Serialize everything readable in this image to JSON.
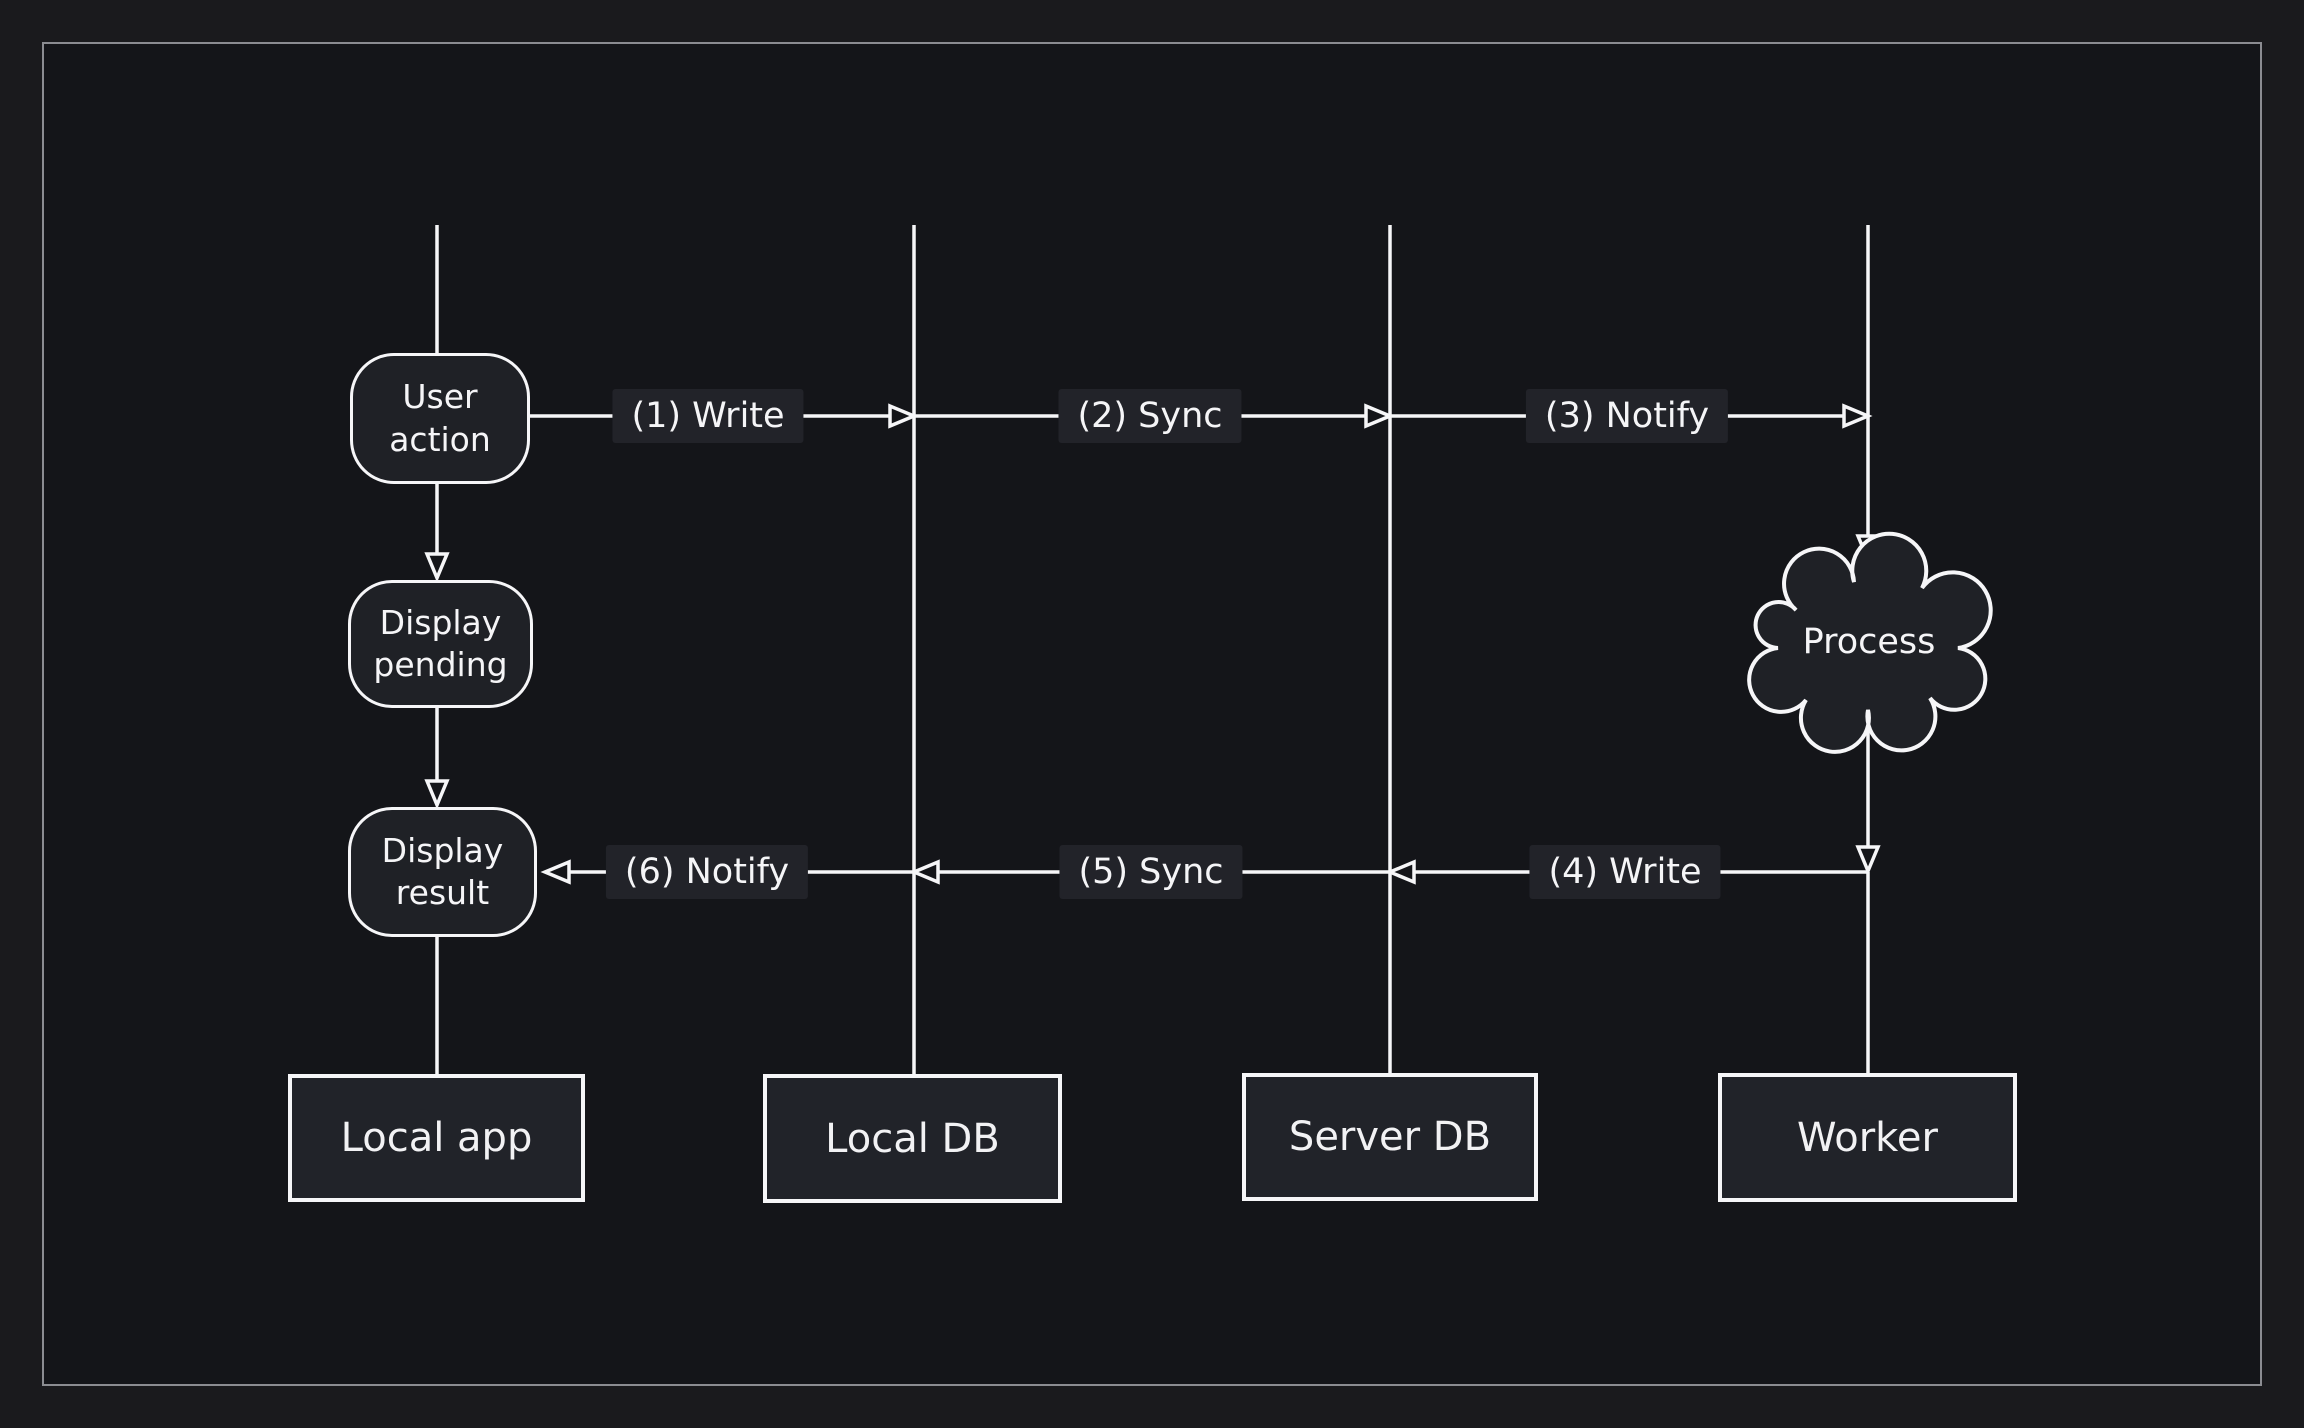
{
  "colors": {
    "background_outer": "#1a1a1d",
    "background_inner": "#141519",
    "frame_border": "#8b8c91",
    "stroke_white": "#f6f6f8",
    "node_fill": "#1f2126",
    "edge_label_fill": "#222329",
    "actor_fill": "#212329",
    "text": "#f5f5f7"
  },
  "diagram": {
    "nodes": {
      "user_action": "User\naction",
      "display_pending": "Display\npending",
      "display_result": "Display\nresult",
      "process": "Process"
    },
    "edges": {
      "e1": "(1) Write",
      "e2": "(2) Sync",
      "e3": "(3) Notify",
      "e4": "(4) Write",
      "e5": "(5) Sync",
      "e6": "(6) Notify"
    },
    "actors": [
      {
        "label": "Local app"
      },
      {
        "label": "Local DB"
      },
      {
        "label": "Server DB"
      },
      {
        "label": "Worker"
      }
    ]
  }
}
